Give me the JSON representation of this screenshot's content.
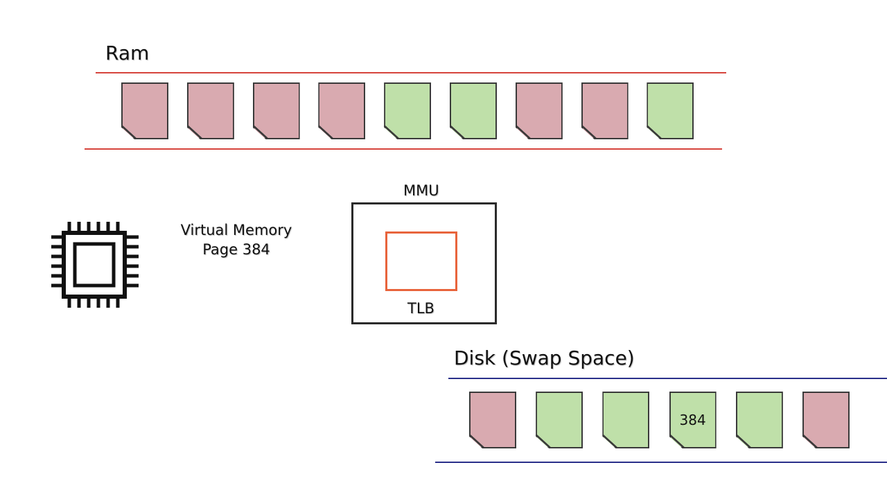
{
  "ram": {
    "title": "Ram",
    "rail_color": "#d6443c",
    "pages": [
      {
        "state": "used"
      },
      {
        "state": "used"
      },
      {
        "state": "used"
      },
      {
        "state": "used"
      },
      {
        "state": "free"
      },
      {
        "state": "free"
      },
      {
        "state": "used"
      },
      {
        "state": "used"
      },
      {
        "state": "free"
      }
    ]
  },
  "disk": {
    "title": "Disk (Swap Space)",
    "rail_color": "#2a2f8a",
    "pages": [
      {
        "state": "used",
        "label": ""
      },
      {
        "state": "free",
        "label": ""
      },
      {
        "state": "free",
        "label": ""
      },
      {
        "state": "free",
        "label": "384"
      },
      {
        "state": "free",
        "label": ""
      },
      {
        "state": "used",
        "label": ""
      }
    ]
  },
  "colors": {
    "used": "#d9aab0",
    "free": "#bfe0a9",
    "tlb": "#e8643c"
  },
  "cpu": {
    "icon": "cpu-chip-icon"
  },
  "virtual_memory": {
    "line1": "Virtual Memory",
    "line2": "Page 384"
  },
  "mmu": {
    "label": "MMU",
    "tlb_label": "TLB"
  }
}
